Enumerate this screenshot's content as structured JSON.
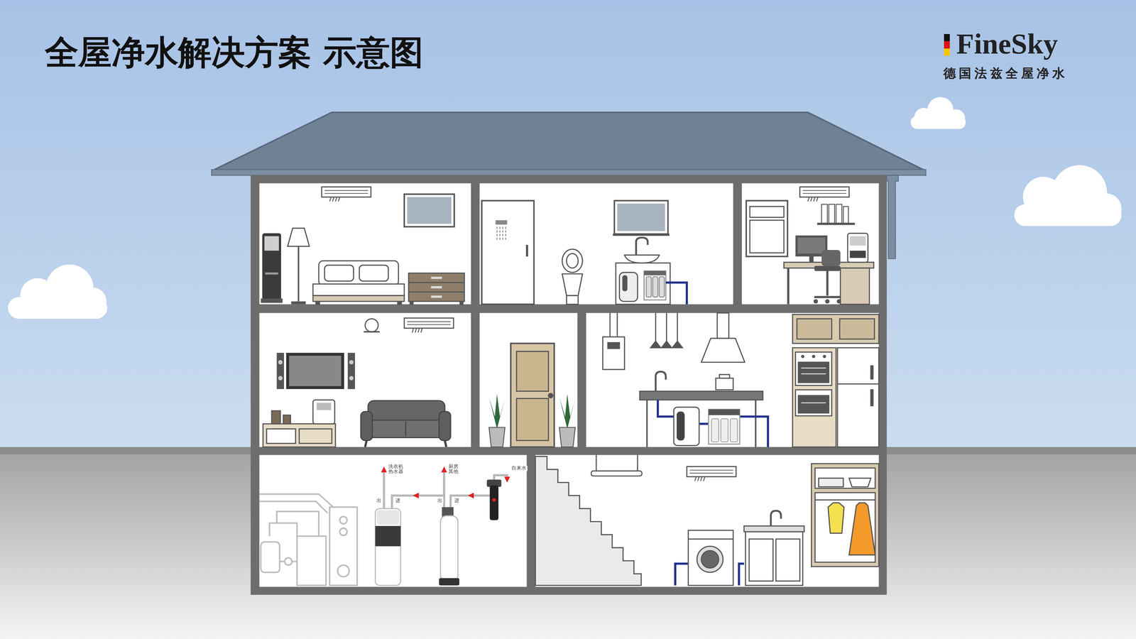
{
  "diagram": {
    "title": "全屋净水解决方案 示意图",
    "labels": [
      "FineSky",
      "德国法兹全屋净水",
      "洗衣机 热水器",
      "厨房 其他",
      "自来水",
      "出",
      "进",
      "出",
      "进"
    ]
  }
}
